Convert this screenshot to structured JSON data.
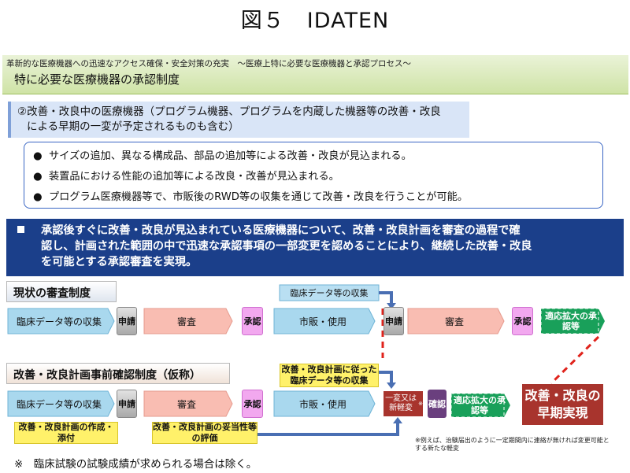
{
  "title": "図５　IDATEN",
  "header": {
    "subtitle": "革新的な医療機器への迅速なアクセス確保・安全対策の充実　～医療上特に必要な医療機器と承認プロセス～",
    "main": "特に必要な医療機器の承認制度"
  },
  "subheading": {
    "line1": "②改善・改良中の医療機器（プログラム機器、プログラムを内蔵した機器等の改善・改良",
    "line2": "による早期の一変が予定されるものも含む）"
  },
  "bullets": [
    "サイズの追加、異なる構成品、部品の追加等による改善・改良が見込まれる。",
    "装置品における性能の追加等による改良・改善が見込まれる。",
    "プログラム医療機器等で、市販後のRWD等の収集を通じて改善・改良を行うことが可能。"
  ],
  "summary": {
    "line1": "承認後すぐに改善・改良が見込まれている医療機器について、改善・改良計画を審査の過程で確",
    "line2": "認し、計画された範囲の中で迅速な承認事項の一部変更を認めることにより、継続した改善・改良",
    "line3": "を可能とする承認審査を実現。"
  },
  "current": {
    "label": "現状の審査制度",
    "clinical": "臨床データ等の収集",
    "apply": "申請",
    "review": "審査",
    "approve": "承認",
    "market": "市販・使用",
    "clinical2": "臨床データ等の収集",
    "apply2": "申請",
    "review2": "審査",
    "approve2": "承認",
    "expand": "適応拡大の承認等"
  },
  "proposed": {
    "label": "改善・改良計画事前確認制度（仮称）",
    "clinical": "臨床データ等の収集",
    "apply": "申請",
    "review": "審査",
    "approve": "承認",
    "market": "市販・使用",
    "plan_clinical": "改善・改良計画に従った臨床データ等の収集",
    "partial": "一変又は新軽変",
    "partial_mark": "※",
    "confirm": "確認",
    "expand": "適応拡大の承認等",
    "plan_create": "改善・改良計画の作成・添付",
    "plan_eval": "改善・改良計画の妥当性等の評価",
    "early": "改善・改良の早期実現",
    "note": "※例えば、治験届出のように一定期間内に連絡が無ければ変更可能とする新たな軽変"
  },
  "footnote": "※　臨床試験の試験成績が求められる場合は除く。",
  "colors": {
    "navy": "#1b3f8a",
    "green": "#19a05a",
    "maroon": "#a8342d",
    "magenta": "#f2a8ef",
    "yellow": "#fff16a",
    "dashed_red": "#e0231c"
  }
}
